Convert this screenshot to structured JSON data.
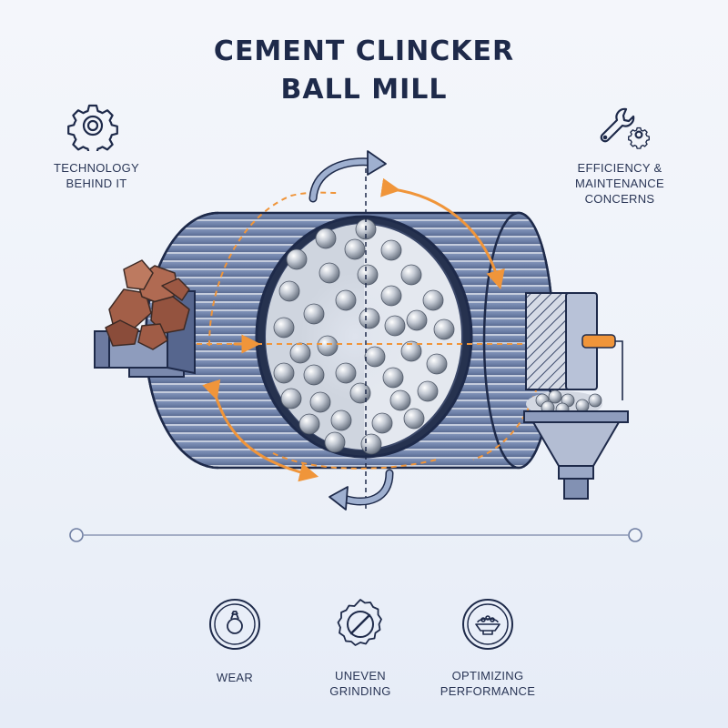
{
  "title": {
    "line1": "CEMENT CLINCKER",
    "line2": "BALL MILL"
  },
  "left_panel": {
    "icon": "gear-icon",
    "label_line1": "TECHNOLOGY",
    "label_line2": "BEHIND IT"
  },
  "right_panel": {
    "icon": "wrench-gear-icon",
    "label_line1": "EFFICIENCY &",
    "label_line2": "MAINTENANCE",
    "label_line3": "CONCERNS"
  },
  "bottom_items": [
    {
      "icon": "wear-icon",
      "line1": "WEAR",
      "line2": ""
    },
    {
      "icon": "no-entry-icon",
      "line1": "UNEVEN",
      "line2": "GRINDING"
    },
    {
      "icon": "bowl-icon",
      "line1": "OPTIMIZING",
      "line2": "PERFORMANCE"
    }
  ],
  "colors": {
    "navy": "#1e2a4a",
    "drum_steel": "#5f7199",
    "accent_orange": "#f0953a",
    "ball_gray": "#a9b1bd",
    "clinker_brown": "#9a5a44",
    "arrow_blue": "#8fa1c4"
  }
}
